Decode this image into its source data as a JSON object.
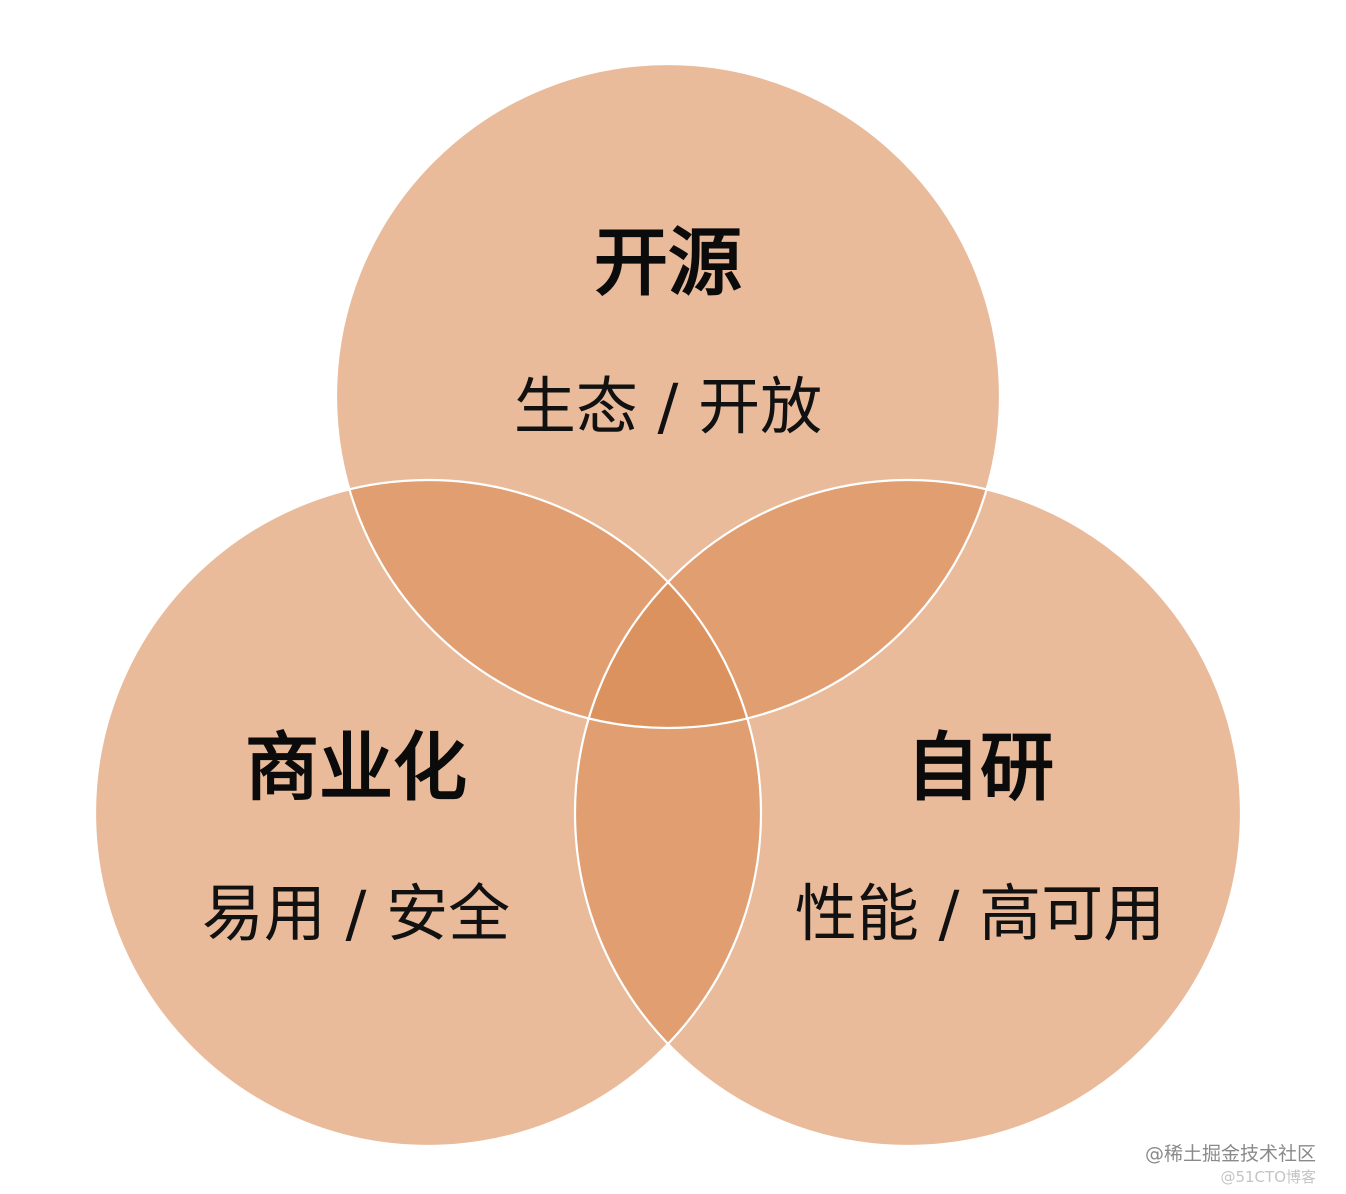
{
  "diagram": {
    "type": "venn",
    "colors": {
      "circle_fill": "#d98a52",
      "circle_outline": "#ffffff",
      "text": "#0b0b0b"
    },
    "circles": [
      {
        "id": "top",
        "title": "开源",
        "subtitle": "生态 / 开放"
      },
      {
        "id": "left",
        "title": "商业化",
        "subtitle": "易用 / 安全"
      },
      {
        "id": "right",
        "title": "自研",
        "subtitle": "性能 / 高可用"
      }
    ]
  },
  "watermark": {
    "primary": "@稀土掘金技术社区",
    "secondary": "@51CTO博客"
  }
}
